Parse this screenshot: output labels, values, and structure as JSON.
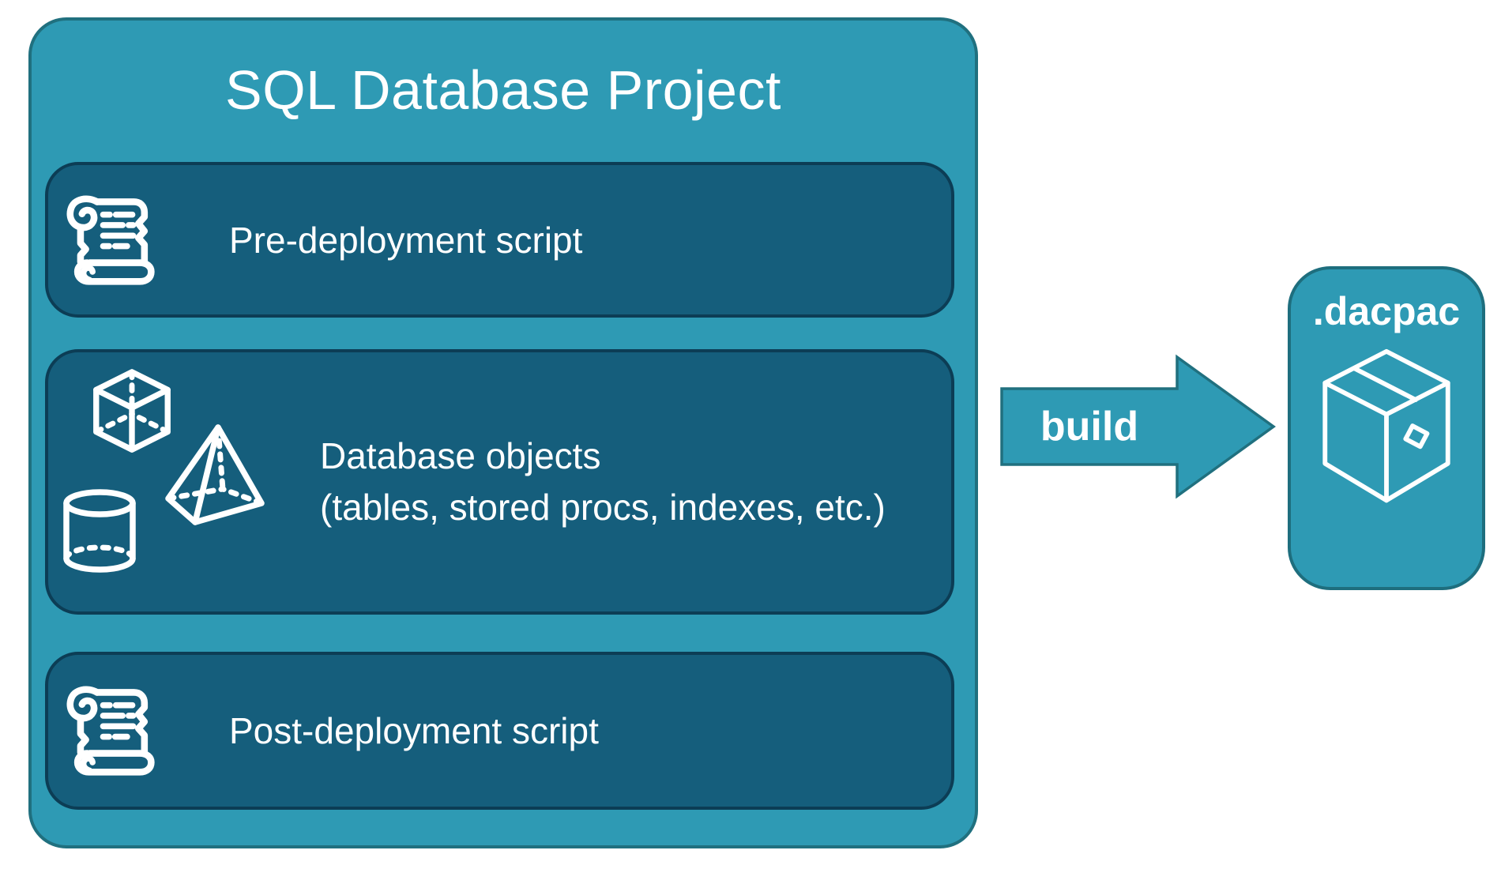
{
  "colors": {
    "background": "#FFFFFF",
    "container_fill": "#2E9AB4",
    "container_border": "#20707F",
    "item_fill": "#155E7C",
    "item_border": "#0C3D55",
    "artifact_border": "#1E6E7E",
    "text": "#FFFFFF"
  },
  "project": {
    "title": "SQL Database Project",
    "items": [
      {
        "label": "Pre-deployment script",
        "icon": "scroll-icon"
      },
      {
        "label_line1": "Database objects",
        "label_line2": "(tables, stored procs, indexes, etc.)",
        "icons": [
          "cube-icon",
          "pyramid-icon",
          "cylinder-icon"
        ]
      },
      {
        "label": "Post-deployment script",
        "icon": "scroll-icon"
      }
    ]
  },
  "build_arrow": {
    "label": "build"
  },
  "artifact": {
    "label": ".dacpac",
    "icon": "package-icon"
  }
}
